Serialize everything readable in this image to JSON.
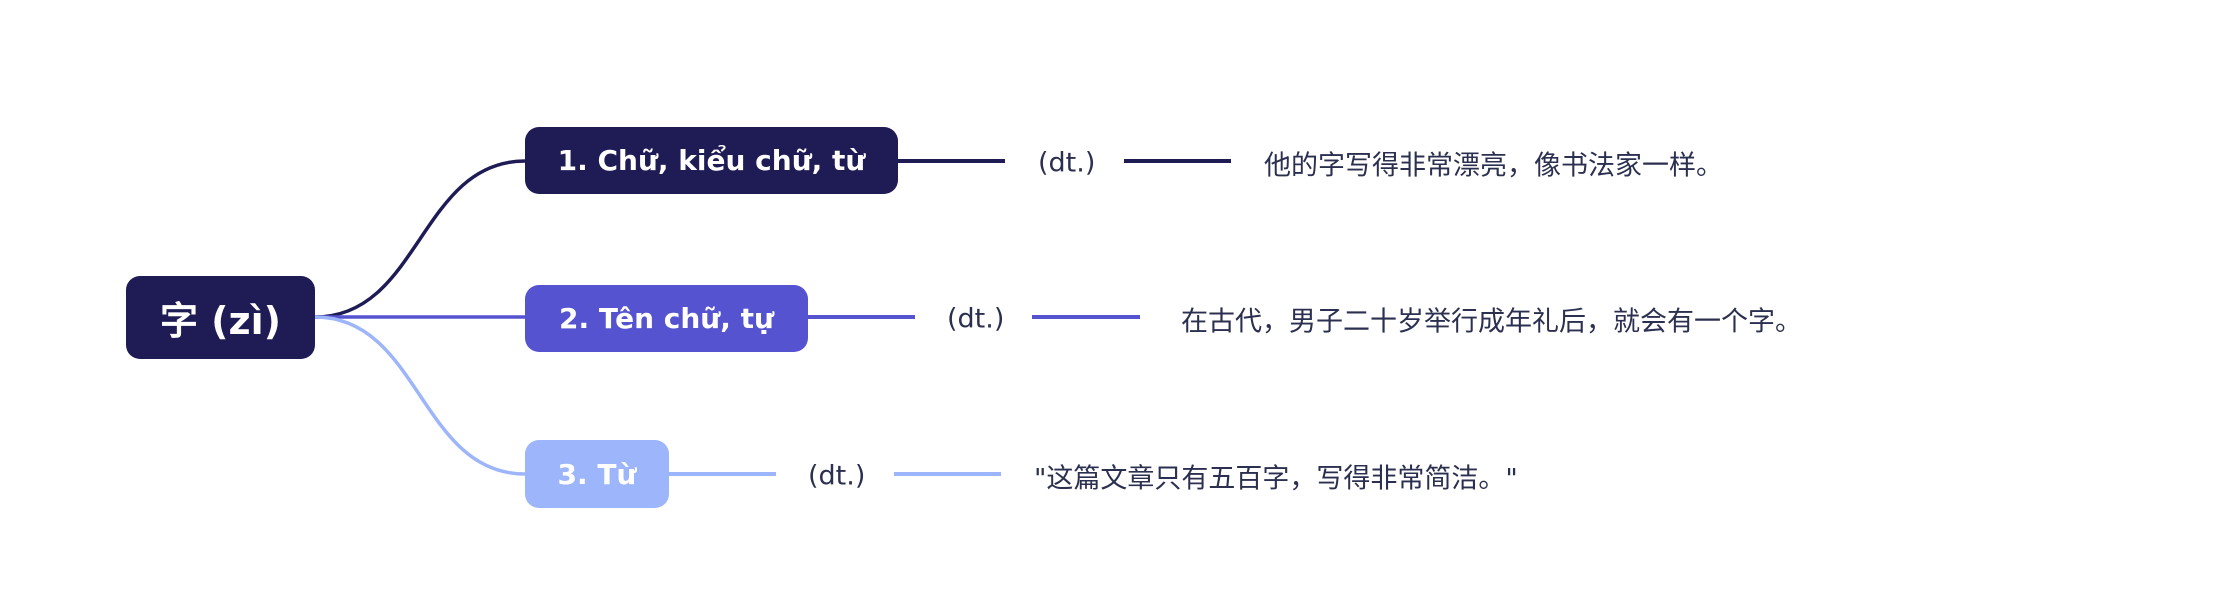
{
  "root": {
    "label": "字 (zì)"
  },
  "branches": [
    {
      "label": "1. Chữ, kiểu chữ, từ",
      "pos": "(dt.)",
      "example": "他的字写得非常漂亮，像书法家一样。",
      "color": "#1e1b55"
    },
    {
      "label": "2. Tên chữ, tự",
      "pos": "(dt.)",
      "example": "在古代，男子二十岁举行成年礼后，就会有一个字。",
      "color": "#5553d0"
    },
    {
      "label": "3. Từ",
      "pos": "(dt.)",
      "example": "\"这篇文章只有五百字，写得非常简洁。\"",
      "color": "#9db5fa"
    }
  ]
}
